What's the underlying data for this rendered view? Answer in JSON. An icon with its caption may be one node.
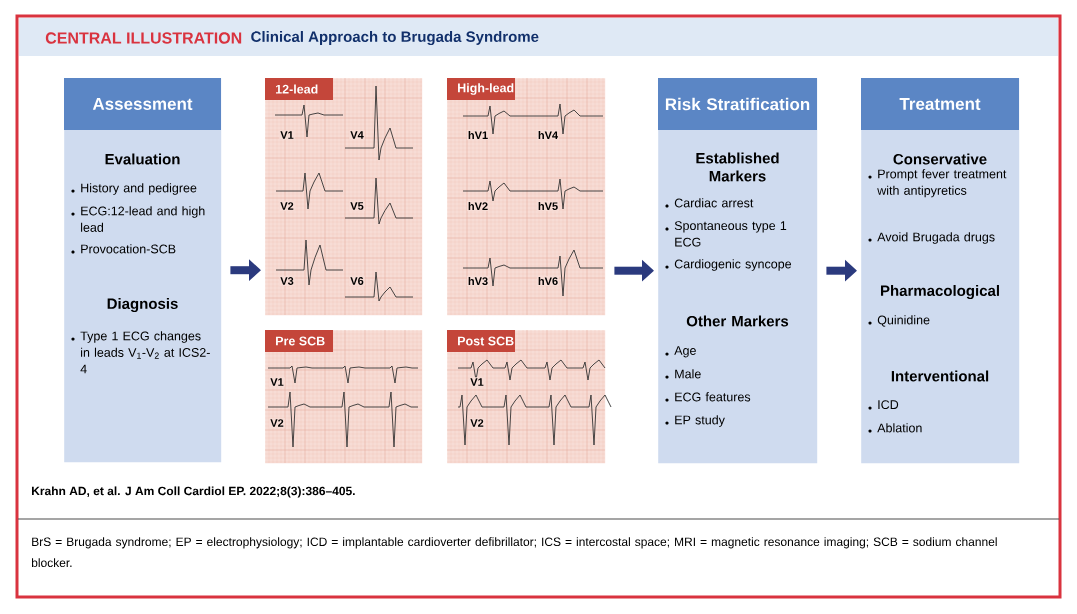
{
  "diagram": {
    "title": "Clinical Approach to Brugada Syndrome",
    "caption": "BrS = Brugada syndrome; EP = electrophysiology; ICD = implantable cardioverter defibrillator; ICS = intercostal space; MRI = magnetic resonance imaging; SCB = sodium channel blocker.",
    "nodes": [
      {
        "text": [
          "Assessment",
          "Evaluation",
          "History and pedigree",
          "ECG:12-lead and high lead",
          "Provocation-SCB",
          "Diagnosis",
          "Type 1 ECG changes in leads V$_{1}$-V$_{2}$ at ICS2-4"
        ]
      },
      {
        "text": [
          "12-lead",
          "V1",
          "V4",
          "V2",
          "V5",
          "V3",
          "V6"
        ]
      },
      {
        "text": [
          "High-lead",
          "hV1",
          "hV4",
          "hV2",
          "hV5",
          "hV3",
          "hV6"
        ]
      },
      {
        "text": [
          "Pre SCB",
          "V1",
          "V2"
        ]
      },
      {
        "text": [
          "Post SCB",
          "V1",
          "V2"
        ]
      },
      {
        "text": [
          "Risk Stratification",
          "Established Markers",
          "Cardiac arrest",
          "Spontaneous type 1 ECG",
          "Cardiogenic syncope",
          "Other Markers",
          "Age",
          "Male",
          "ECG features",
          "EP study"
        ]
      },
      {
        "text": [
          "Treatment",
          "Conservative",
          "Prompt fever treatment with antipyretics",
          "Avoid Brugada drugs",
          "Pharmacological",
          "Quinidine",
          "Interventional",
          "ICD",
          "Ablation"
        ]
      }
    ],
    "edges": [
      {
        "from": 0,
        "to": 1,
        "arrow": "to"
      },
      {
        "from": 2,
        "to": 5,
        "arrow": "to"
      },
      {
        "from": 5,
        "to": 6,
        "arrow": "to"
      }
    ],
    "labels": [
      "CENTRAL ILLUSTRATION",
      "Krahn AD, et al. J Am Coll Cardiol EP. 2022;8(3):386–405."
    ]
  }
}
